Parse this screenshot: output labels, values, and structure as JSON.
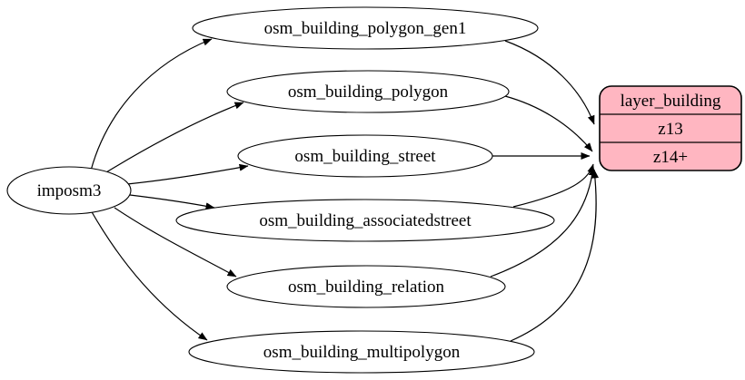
{
  "diagram": {
    "background_color": "#ffffff",
    "edge_color": "#000000",
    "source_node": {
      "id": "imposm3",
      "label": "imposm3"
    },
    "table_nodes": [
      {
        "id": "osm_building_polygon_gen1",
        "label": "osm_building_polygon_gen1"
      },
      {
        "id": "osm_building_polygon",
        "label": "osm_building_polygon"
      },
      {
        "id": "osm_building_street",
        "label": "osm_building_street"
      },
      {
        "id": "osm_building_associatedstreet",
        "label": "osm_building_associatedstreet"
      },
      {
        "id": "osm_building_relation",
        "label": "osm_building_relation"
      },
      {
        "id": "osm_building_multipolygon",
        "label": "osm_building_multipolygon"
      }
    ],
    "layer_node": {
      "title": "layer_building",
      "rows": [
        {
          "label": "z13"
        },
        {
          "label": "z14+"
        }
      ],
      "fill": "#ffb6c1",
      "stroke": "#000000"
    },
    "edges": [
      {
        "from": "imposm3",
        "to": "osm_building_polygon_gen1"
      },
      {
        "from": "imposm3",
        "to": "osm_building_polygon"
      },
      {
        "from": "imposm3",
        "to": "osm_building_street"
      },
      {
        "from": "imposm3",
        "to": "osm_building_associatedstreet"
      },
      {
        "from": "imposm3",
        "to": "osm_building_relation"
      },
      {
        "from": "imposm3",
        "to": "osm_building_multipolygon"
      },
      {
        "from": "osm_building_polygon_gen1",
        "to": "layer_building.z13"
      },
      {
        "from": "osm_building_polygon",
        "to": "layer_building.z14+"
      },
      {
        "from": "osm_building_street",
        "to": "layer_building.z14+"
      },
      {
        "from": "osm_building_associatedstreet",
        "to": "layer_building.z14+"
      },
      {
        "from": "osm_building_relation",
        "to": "layer_building.z14+"
      },
      {
        "from": "osm_building_multipolygon",
        "to": "layer_building.z14+"
      }
    ]
  }
}
